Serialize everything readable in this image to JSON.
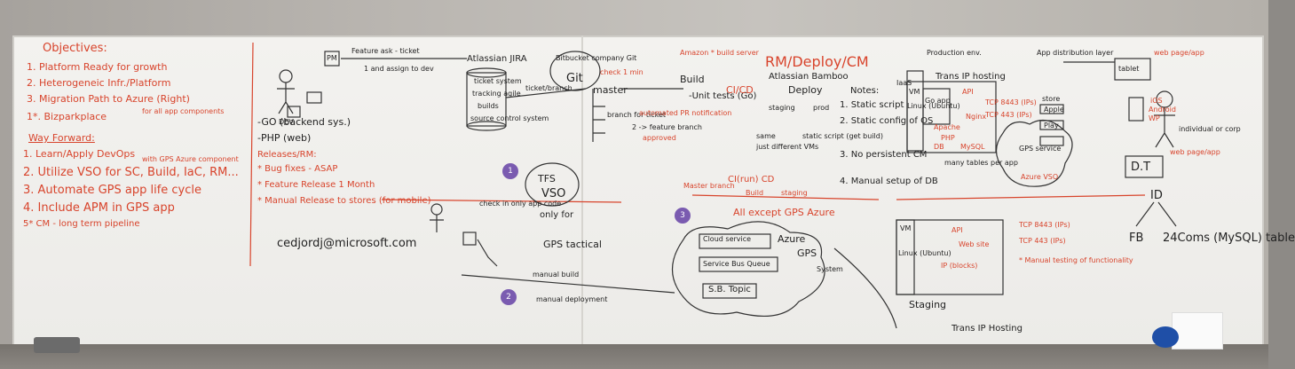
{
  "objectives": {
    "title": "Objectives:",
    "items": [
      "1. Platform Ready for growth",
      "2. Heterogeneic Infr./Platform",
      "3. Migration Path to Azure (Right)",
      "1*. Bizparkplace"
    ],
    "note": "for all app components"
  },
  "way_forward": {
    "title": "Way Forward:",
    "items": [
      "1. Learn/Apply DevOps",
      "2. Utilize VSO for SC, Build, IaC, RM...",
      "3. Automate GPS app life cycle",
      "4. Include APM in GPS app",
      "5* CM - long term pipeline"
    ],
    "note": "with GPS Azure component"
  },
  "dev": {
    "label": "DEV",
    "go": "-GO (backend sys.)",
    "php": "-PHP (web)",
    "releases_title": "Releases/RM:",
    "releases": [
      "* Bug fixes - ASAP",
      "* Feature Release 1 Month",
      "* Manual Release to stores (for mobile)"
    ],
    "email": "cedjordj@microsoft.com"
  },
  "flow": {
    "pm": "PM",
    "feature_ask": "Feature ask - ticket",
    "assign": "1 and assign to dev",
    "jira": "Atlassian JIRA",
    "jira_stack": [
      "ticket system",
      "tracking agile",
      "builds",
      "source control system"
    ],
    "bitbucket": "Bitbucket company Git",
    "git": "Git",
    "ticket_branch": "ticket/branch",
    "master": "master",
    "branch_for_ticket": "branch for ticket",
    "feature_branch": "2 -> feature branch",
    "check1": "check 1 min",
    "pull_request": "automated PR notification",
    "approved": "approved"
  },
  "rm_section": {
    "amazon": "Amazon * build server",
    "title": "RM/Deploy/CM",
    "build": "Build",
    "unit_tests": "-Unit tests (Go)",
    "ci_cd": "CI/CD",
    "bamboo": "Atlassian Bamboo",
    "deploy": "Deploy",
    "staging": "staging",
    "prod": "prod",
    "same": "same",
    "just_different": "just different VMs",
    "static_script": "static script (get build)",
    "notes_title": "Notes:",
    "notes": [
      "1. Static script",
      "2. Static config of OS",
      "3. No persistent CM",
      "4. Manual setup of DB"
    ],
    "master_branch": "Master branch",
    "ci": "CI(run) CD",
    "build2": "Build",
    "staging2": "staging",
    "all_except": "All except GPS Azure"
  },
  "tfs": {
    "tfs": "TFS",
    "vso": "VSO",
    "check_in": "check in only app code",
    "only_for": "only for",
    "gps_tactical": "GPS tactical",
    "manual_build": "manual build",
    "manual_deploy": "manual deployment"
  },
  "azure": {
    "cloud_service": "Cloud service",
    "azure": "Azure",
    "gps": "GPS",
    "system": "System",
    "service_bus": "Service Bus Queue",
    "sb_topic": "S.B. Topic"
  },
  "prod_env": {
    "iaas": "IaaS",
    "title": "Production env.",
    "trans_ip": "Trans IP hosting",
    "vm": "VM",
    "linux": "Linux (Ubuntu)",
    "go_app": "Go app",
    "api": "API",
    "nginx": "Nginx",
    "apache": "Apache",
    "php": "PHP",
    "db": "DB",
    "mysql": "MySQL",
    "many_tables": "many tables per app",
    "cloud_label": "GPS service",
    "azure_vso": "Azure VSO",
    "tcp8443": "TCP 8443 (IPs)",
    "tcp443": "TCP 443 (IPs)"
  },
  "app_layer": {
    "app": "App distribution layer",
    "web_page": "web page/app",
    "tablet": "tablet",
    "store": "store",
    "apple": "Apple",
    "play": "Play",
    "ios": "iOS",
    "android": "Android",
    "wp": "WP",
    "individual": "individual or corp",
    "web_page2": "web page/app",
    "dt": "D.T",
    "id": "ID",
    "fb": "FB",
    "24coms": "24Coms (MySQL) table"
  },
  "staging_env": {
    "vm": "VM",
    "linux": "Linux (Ubuntu)",
    "api": "API",
    "web": "Web site",
    "tcp8443": "TCP 8443 (IPs)",
    "tcp443": "TCP 443 (IPs)",
    "ip_blocks": "IP (blocks)",
    "manual_testing": "* Manual testing of functionality",
    "staging": "Staging",
    "trans_ip": "Trans IP Hosting"
  },
  "pins": [
    "1",
    "2",
    "3"
  ]
}
